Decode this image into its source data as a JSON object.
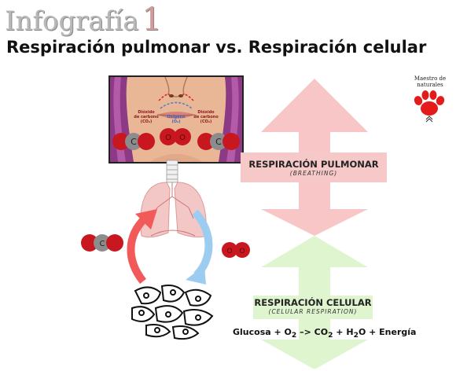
{
  "header": {
    "infografia_word": "Infografía",
    "infografia_number": "1",
    "title": "Respiración pulmonar vs. Respiración celular"
  },
  "logo": {
    "text": "Maestro de naturales",
    "color": "#e41b1b"
  },
  "face_panel": {
    "left_label_line1": "Dióxido",
    "left_label_line2": "de carbono",
    "left_label_line3": "(CO₂)",
    "center_label_line1": "Oxígeno",
    "center_label_line2": "(O₂)",
    "right_label_line1": "Dióxido",
    "right_label_line2": "de carbono",
    "right_label_line3": "(CO₂)"
  },
  "pulmonar": {
    "title": "RESPIRACIÓN PULMONAR",
    "subtitle": "(BREATHING)",
    "color": "#f6c8c8"
  },
  "celular": {
    "title": "RESPIRACIÓN CELULAR",
    "subtitle": "(CELULAR RESPIRATION)",
    "color": "#dff5cf"
  },
  "equation": {
    "part1": "Glucosa + O",
    "sub1": "2",
    "arrow": " –> CO",
    "sub2": "2",
    "part3": " + H",
    "sub3": "2",
    "part4": "O + Energía"
  },
  "molecules": {
    "co2_atom": "C",
    "o_atom": "O"
  },
  "colors": {
    "red_arrow": "#f25a5a",
    "blue_arrow": "#9ccdf0",
    "oxygen": "#c8171f",
    "carbon": "#8c8c8c",
    "lungs": "#f4c7c7"
  }
}
